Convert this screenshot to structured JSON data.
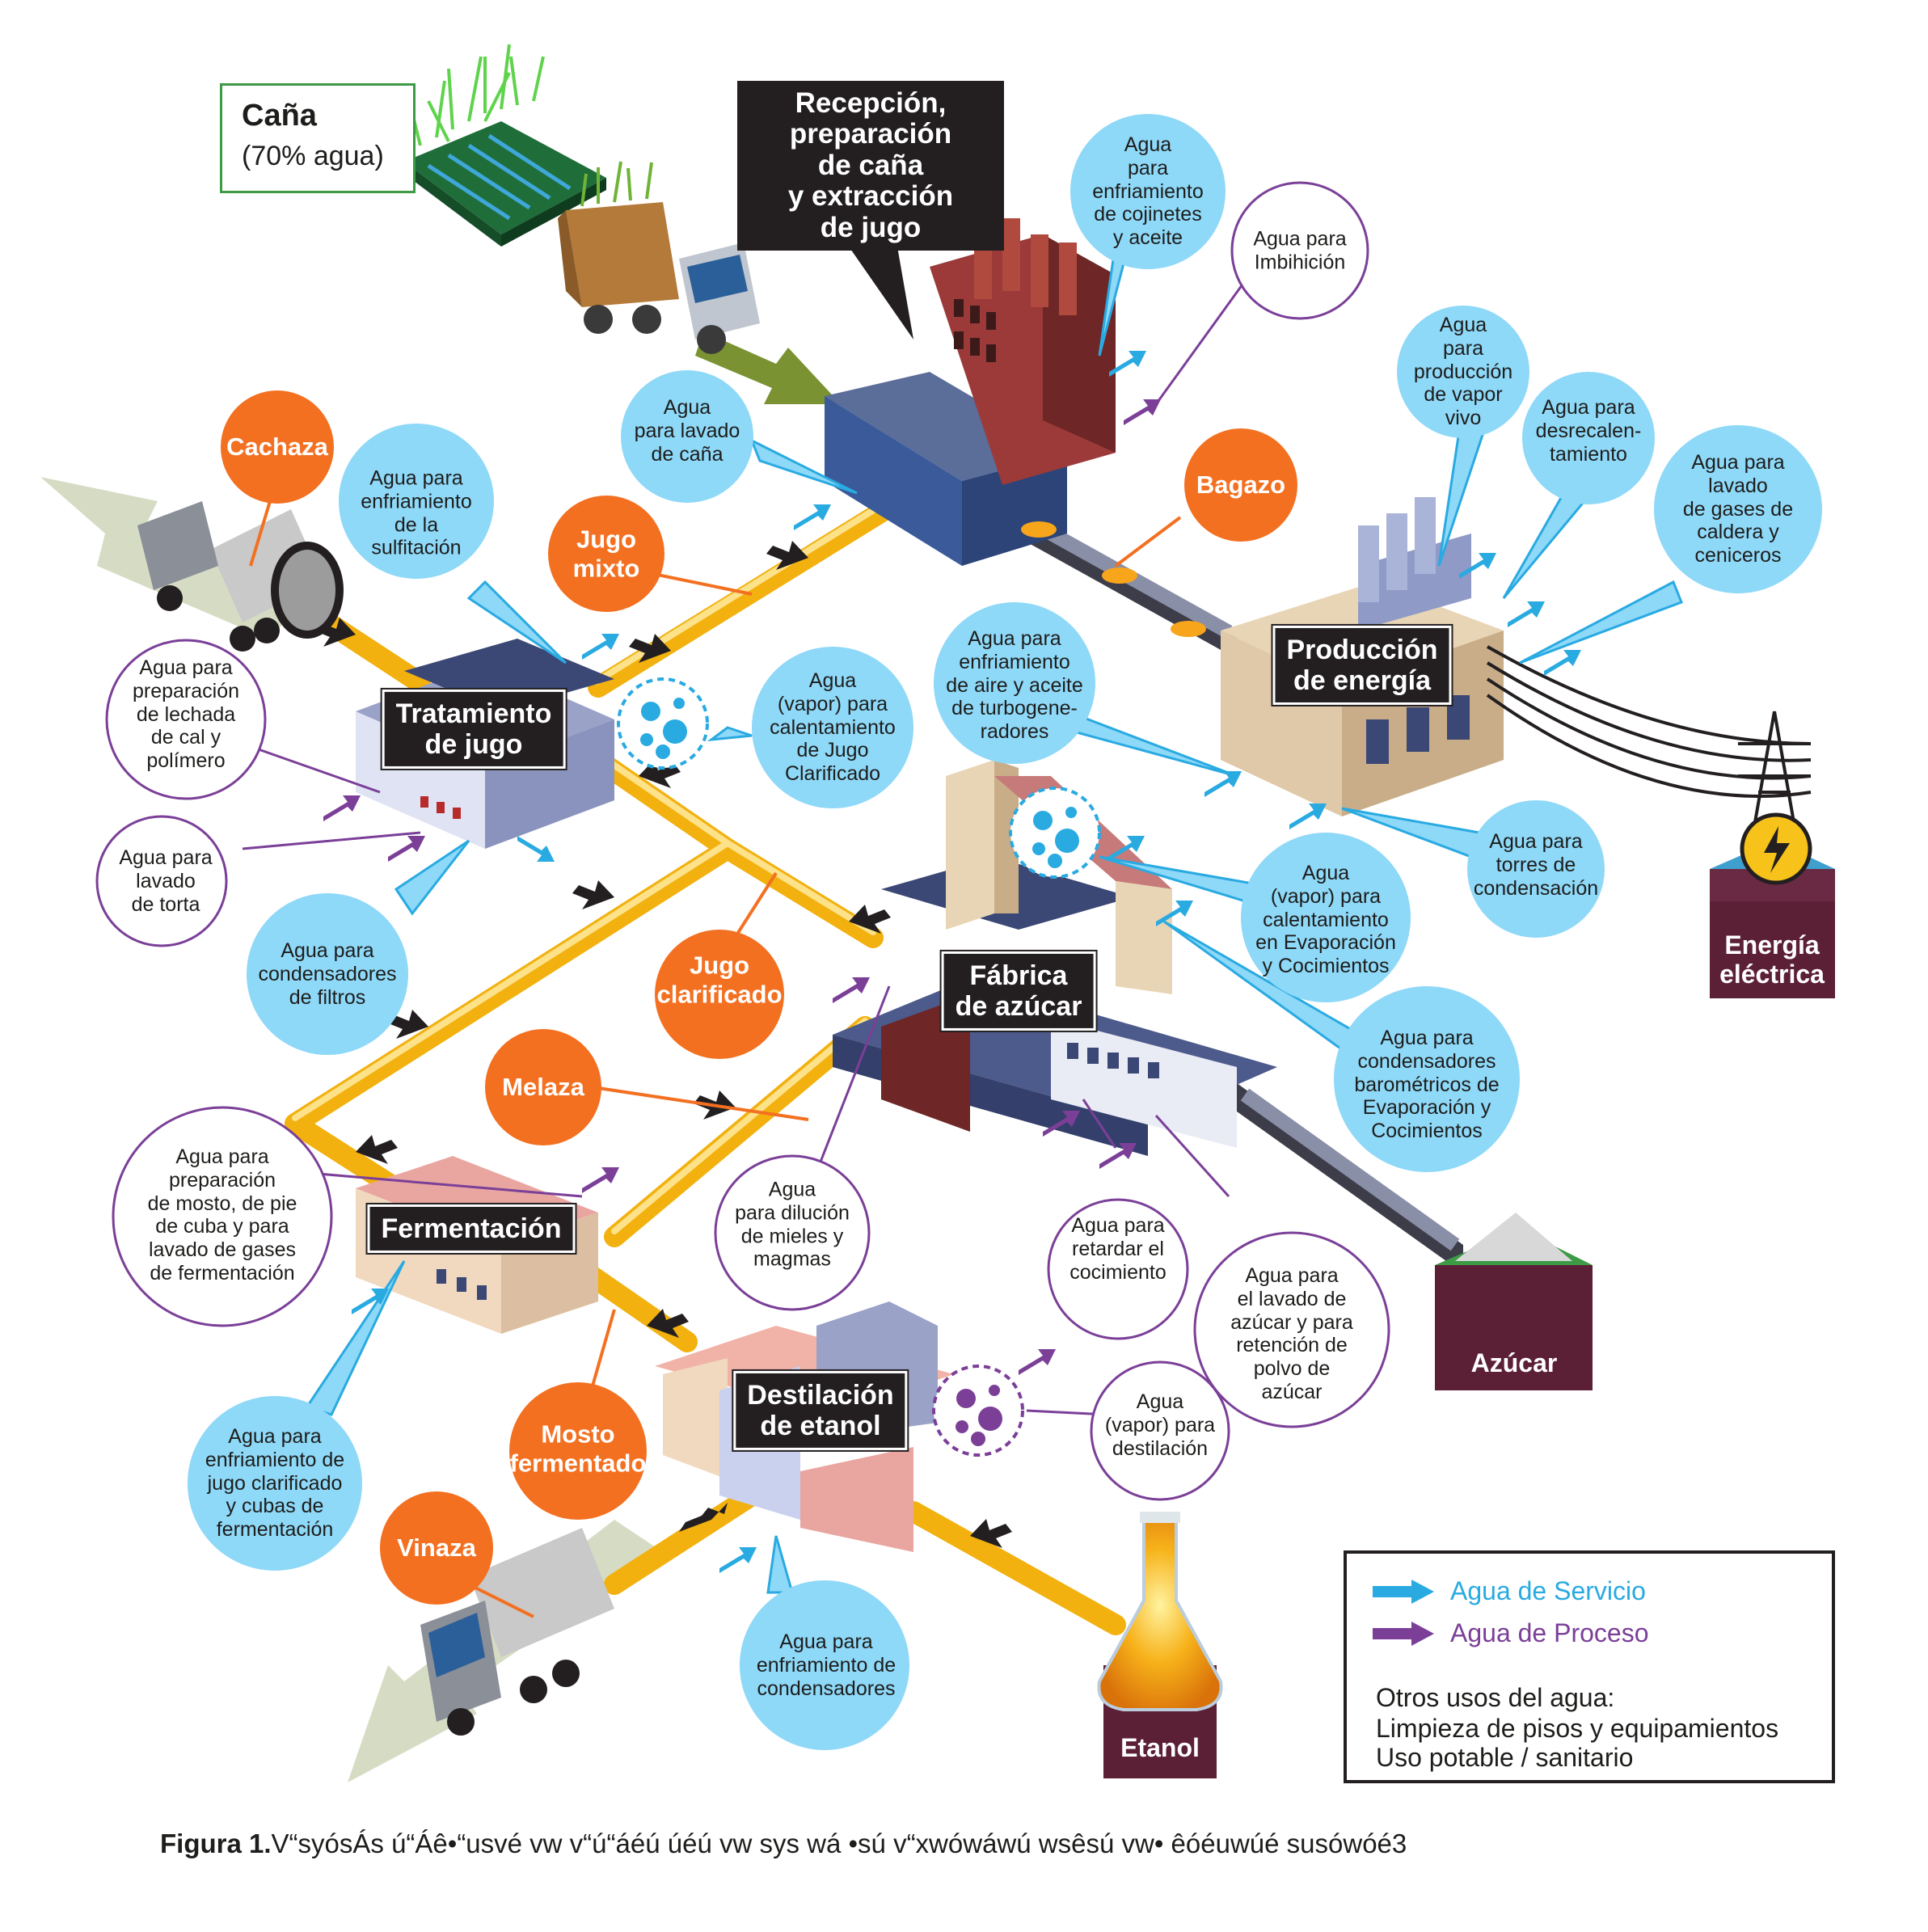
{
  "cana": {
    "title": "Caña",
    "subtitle": "(70% agua)"
  },
  "reception": "Recepción,\npreparación\nde caña\ny extracción\nde jugo",
  "stations": {
    "tratamiento": "Tratamiento\nde jugo",
    "fabrica": "Fábrica\nde azúcar",
    "produccion": "Producción\nde energía",
    "fermentacion": "Fermentación",
    "destilacion": "Destilación\nde etanol"
  },
  "outputs": {
    "energia": "Energía\neléctrica",
    "azucar": "Azúcar",
    "etanol": "Etanol"
  },
  "products": {
    "cachaza": "Cachaza",
    "bagazo": "Bagazo",
    "jugo_mixto": "Jugo\nmixto",
    "jugo_clarificado": "Jugo\nclarificado",
    "melaza": "Melaza",
    "mosto": "Mosto\nfermentado",
    "vinaza": "Vinaza"
  },
  "service_water": {
    "cojinetes": "Agua\npara\nenfriamiento\nde cojinetes\ny aceite",
    "lavado_cana": "Agua\npara lavado\nde caña",
    "vapor_vivo": "Agua\npara\nproducción\nde vapor\nvivo",
    "desrecalentamiento": "Agua para\ndesrecalen-\ntamiento",
    "gases_caldera": "Agua para\nlavado\nde gases de\ncaldera y\nceniceros",
    "sulfitacion": "Agua para\nenfriamiento\nde la\nsulfitación",
    "vapor_jugo": "Agua\n(vapor) para\ncalentamiento\nde Jugo\nClarificado",
    "turbogeneradores": "Agua para\nenfriamiento\nde aire y aceite\nde turbogene-\nradores",
    "torres": "Agua para\ntorres de\ncondensación",
    "vapor_evaporacion": "Agua\n(vapor) para\ncalentamiento\nen Evaporación\ny Cocimientos",
    "condensadores_filtros": "Agua para\ncondensadores\nde filtros",
    "barometricos": "Agua para\ncondensadores\nbarométricos de\nEvaporación y\nCocimientos",
    "jugo_cubas": "Agua para\nenfriamiento de\njugo clarificado\ny cubas de\nfermentación",
    "condensadores": "Agua para\nenfriamiento de\ncondensadores"
  },
  "process_water": {
    "imbibicion": "Agua para\nImbihición",
    "lechada": "Agua para\npreparación\nde lechada\nde cal y\npolímero",
    "torta": "Agua para\nlavado\nde torta",
    "mosto": "Agua para\npreparación\nde mosto, de pie\nde cuba y para\nlavado de gases\nde fermentación",
    "mieles": "Agua\npara dilución\nde mieles y\nmagmas",
    "cocimiento": "Agua para\nretardar el\ncocimiento",
    "lavado_azucar": "Agua para\nel lavado de\nazúcar y para\nretención de\npolvo de\nazúcar",
    "destilacion": "Agua\n(vapor) para\ndestilación"
  },
  "legend": {
    "service": "Agua de Servicio",
    "process": "Agua de Proceso",
    "other_title": "Otros usos del agua:",
    "other_1": "Limpieza de pisos y equipamientos",
    "other_2": "Uso potable / sanitario"
  },
  "caption": {
    "label": "Figura 1.",
    "text": "V“syósÁs ú“Áê•“usvé vw v“ú“áéú úéú vw sys wá •sú v“xwówáwú wsêsú vw• êóéuwúé susówóé3"
  },
  "colors": {
    "service": "#29aae1",
    "process": "#7b3f98",
    "orange": "#f37021",
    "light_blue": "#8ed8f8",
    "dark_label": "#231f20",
    "pipe": "#f7c31a",
    "output": "#5b1f36"
  }
}
